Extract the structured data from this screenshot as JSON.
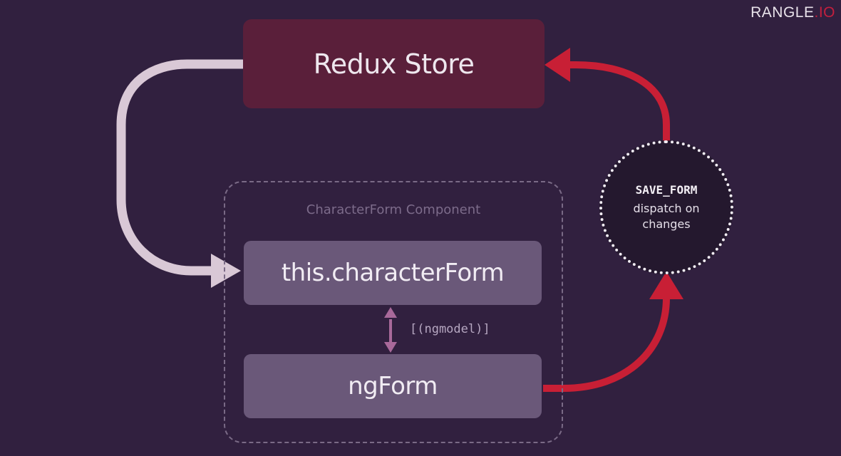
{
  "logo": {
    "name": "RANGLE",
    "dot": ".",
    "suffix": "IO"
  },
  "store": {
    "label": "Redux Store"
  },
  "component": {
    "label": "CharacterForm Component",
    "form_model": "this.characterForm",
    "form_view": "ngForm",
    "binding": "[(ngmodel)]"
  },
  "dispatch": {
    "action": "SAVE_FORM",
    "description": "dispatch on changes"
  },
  "colors": {
    "background": "#31203f",
    "store_fill": "#5a1f3a",
    "form_fill": "#6a5879",
    "state_arrow": "#d9c8d6",
    "dispatch_arrow": "#c81f35",
    "binding_arrow": "#a8699a"
  }
}
